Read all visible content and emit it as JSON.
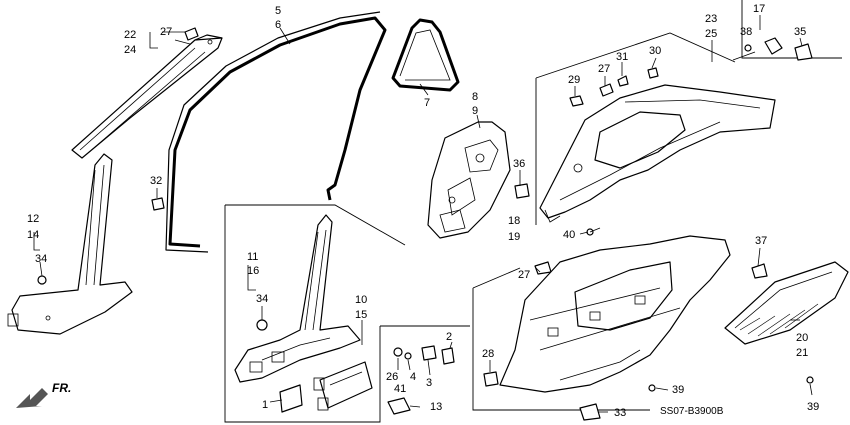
{
  "callouts": [
    {
      "id": "c27a",
      "text": "27"
    },
    {
      "id": "c22",
      "text": "22"
    },
    {
      "id": "c24",
      "text": "24"
    },
    {
      "id": "c5",
      "text": "5"
    },
    {
      "id": "c6",
      "text": "6"
    },
    {
      "id": "c7",
      "text": "7"
    },
    {
      "id": "c8",
      "text": "8"
    },
    {
      "id": "c9",
      "text": "9"
    },
    {
      "id": "c23",
      "text": "23"
    },
    {
      "id": "c25",
      "text": "25"
    },
    {
      "id": "c17",
      "text": "17"
    },
    {
      "id": "c38",
      "text": "38"
    },
    {
      "id": "c35",
      "text": "35"
    },
    {
      "id": "c30",
      "text": "30"
    },
    {
      "id": "c29",
      "text": "29"
    },
    {
      "id": "c27b",
      "text": "27"
    },
    {
      "id": "c31",
      "text": "31"
    },
    {
      "id": "c32",
      "text": "32"
    },
    {
      "id": "c36",
      "text": "36"
    },
    {
      "id": "c12",
      "text": "12"
    },
    {
      "id": "c14",
      "text": "14"
    },
    {
      "id": "c34a",
      "text": "34"
    },
    {
      "id": "c18",
      "text": "18"
    },
    {
      "id": "c19",
      "text": "19"
    },
    {
      "id": "c40",
      "text": "40"
    },
    {
      "id": "c27c",
      "text": "27"
    },
    {
      "id": "c37",
      "text": "37"
    },
    {
      "id": "c11",
      "text": "11"
    },
    {
      "id": "c16",
      "text": "16"
    },
    {
      "id": "c34b",
      "text": "34"
    },
    {
      "id": "c10",
      "text": "10"
    },
    {
      "id": "c15",
      "text": "15"
    },
    {
      "id": "c2",
      "text": "2"
    },
    {
      "id": "c26",
      "text": "26"
    },
    {
      "id": "c4",
      "text": "4"
    },
    {
      "id": "c41",
      "text": "41"
    },
    {
      "id": "c3",
      "text": "3"
    },
    {
      "id": "c28",
      "text": "28"
    },
    {
      "id": "c20",
      "text": "20"
    },
    {
      "id": "c21",
      "text": "21"
    },
    {
      "id": "c39a",
      "text": "39"
    },
    {
      "id": "c39b",
      "text": "39"
    },
    {
      "id": "c1",
      "text": "1"
    },
    {
      "id": "c13",
      "text": "13"
    },
    {
      "id": "c33",
      "text": "33"
    }
  ],
  "direction_label": "FR.",
  "diagram_code": "SS07-B3900B"
}
